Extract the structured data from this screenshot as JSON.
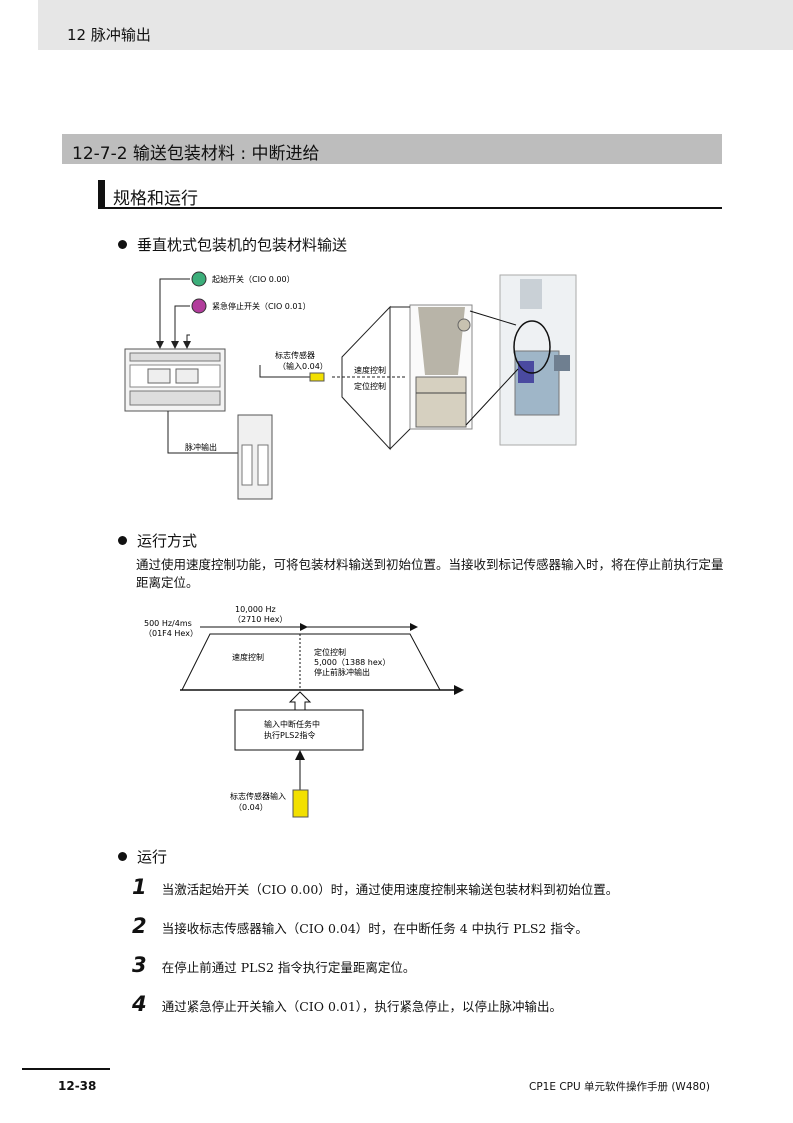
{
  "header": {
    "chapter": "12  脉冲输出"
  },
  "section": {
    "title": "12-7-2  输送包装材料 : 中断进给"
  },
  "subsection": {
    "title": "规格和运行"
  },
  "bullets": {
    "b1": "垂直枕式包装机的包装材料输送",
    "b2": "运行方式",
    "b3": "运行"
  },
  "diagram1": {
    "start_switch": "起始开关（CIO 0.00）",
    "estop_switch": "紧急停止开关（CIO 0.01）",
    "sensor_label_1": "标志传感器",
    "sensor_label_2": "（输入0.04）",
    "speed_ctrl": "速度控制",
    "pos_ctrl": "定位控制",
    "pulse_out": "脉冲输出"
  },
  "operation_text": "通过使用速度控制功能，可将包装材料输送到初始位置。当接收到标记传感器输入时，将在停止前执行定量距离定位。",
  "diagram2": {
    "freq_top_1": "10,000 Hz",
    "freq_top_2": "（2710 Hex）",
    "accel_1": "500 Hz/4ms",
    "accel_2": "（01F4 Hex）",
    "speed_ctrl": "速度控制",
    "pos_ctrl_1": "定位控制",
    "pos_ctrl_2": "5,000（1388 hex）",
    "pos_ctrl_3": "停止前脉冲输出",
    "interrupt_1": "输入中断任务中",
    "interrupt_2": "执行PLS2指令",
    "sensor_1": "标志传感器输入",
    "sensor_2": "（0.04）"
  },
  "steps": [
    {
      "num": "1",
      "text": "当激活起始开关（CIO 0.00）时，通过使用速度控制来输送包装材料到初始位置。"
    },
    {
      "num": "2",
      "text": "当接收标志传感器输入（CIO 0.04）时，在中断任务 4 中执行 PLS2 指令。"
    },
    {
      "num": "3",
      "text": "在停止前通过 PLS2 指令执行定量距离定位。"
    },
    {
      "num": "4",
      "text": "通过紧急停止开关输入（CIO 0.01），执行紧急停止，以停止脉冲输出。"
    }
  ],
  "footer": {
    "page": "12-38",
    "manual": "CP1E CPU 单元软件操作手册 (W480)"
  },
  "colors": {
    "sensor_yellow": "#f2e000",
    "start_green": "#3cae7a",
    "estop_magenta": "#b23d9c"
  }
}
